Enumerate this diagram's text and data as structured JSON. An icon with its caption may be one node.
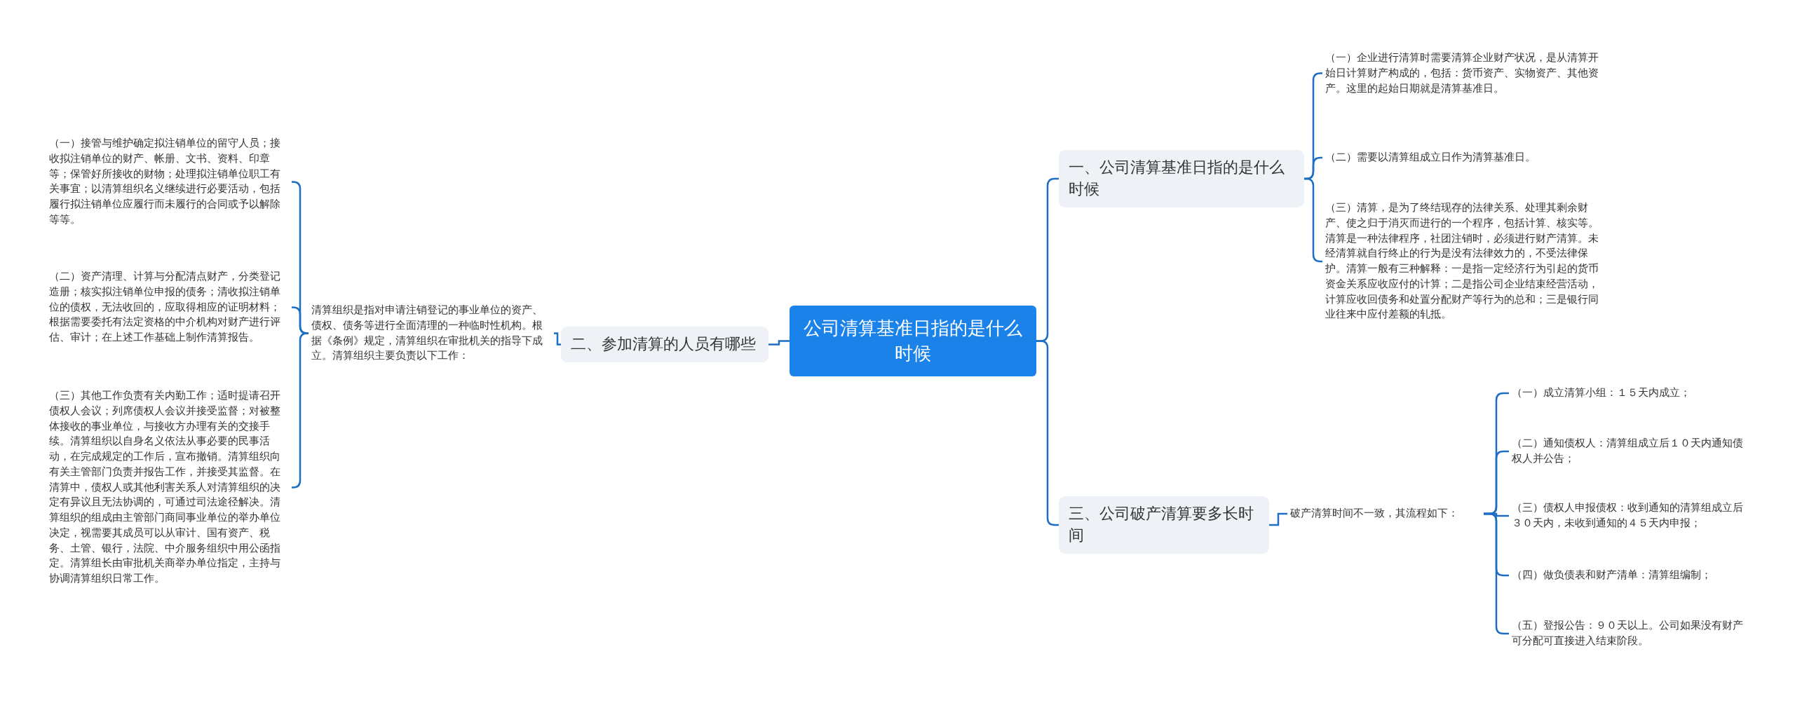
{
  "diagram": {
    "nodes": [
      {
        "text": [
          "公司清算基准日指的是什么时候"
        ]
      },
      {
        "text": [
          "一、公司清算基准日指的是什么时候"
        ]
      },
      {
        "text": [
          "（一）企业进行清算时需要清算企业财产状况，是从清算开始日计算财产构成的，包括：货币资产、实物资产、其他资产。这里的起始日期就是清算基准日。"
        ]
      },
      {
        "text": [
          "（二）需要以清算组成立日作为清算基准日。"
        ]
      },
      {
        "text": [
          "（三）清算，是为了终结现存的法律关系、处理其剩余财产、使之归于消灭而进行的一个程序，包括计算、核实等。清算是一种法律程序，社团注销时，必须进行财产清算。未经清算就自行终止的行为是没有法律效力的，不受法律保护。清算一般有三种解释：一是指一定经济行为引起的货币资金关系应收应付的计算；二是指公司企业结束经营活动，计算应收回债务和处置分配财产等行为的总和；三是银行同业往来中应付差额的轧抵。"
        ]
      },
      {
        "text": [
          "二、参加清算的人员有哪些"
        ]
      },
      {
        "text": [
          "清算组织是指对申请注销登记的事业单位的资产、债权、债务等进行全面清理的一种临时性机构。根据《条例》规定，清算组织在审批机关的指导下成立。清算组织主要负责以下工作："
        ]
      },
      {
        "text": [
          "（一）接管与维护确定拟注销单位的留守人员；接收拟注销单位的财产、帐册、文书、资料、印章等；保管好所接收的财物；处理拟注销单位职工有关事宜；以清算组织名义继续进行必要活动，包括履行拟注销单位应履行而未履行的合同或予以解除等等。"
        ]
      },
      {
        "text": [
          "（二）资产清理、计算与分配清点财产，分类登记造册；核实拟注销单位申报的债务；清收拟注销单位的债权，无法收回的，应取得相应的证明材料；根据需要委托有法定资格的中介机构对财产进行评估、审计；在上述工作基础上制作清算报告。"
        ]
      },
      {
        "text": [
          "（三）其他工作负责有关内勤工作；适时提请召开债权人会议；列席债权人会议并接受监督；对被整体接收的事业单位，与接收方办理有关的交接手续。清算组织以自身名义依法从事必要的民事活动，在完成规定的工作后，宣布撤销。清算组织向有关主管部门负责并报告工作，并接受其监督。在清算中，债权人或其他利害关系人对清算组织的决定有异议且无法协调的，可通过司法途径解决。清算组织的组成由主管部门商同事业单位的举办单位决定，视需要其成员可以从审计、国有资产、税务、土管、银行，法院、中介服务组织中用公函指定。清算组长由审批机关商举办单位指定，主持与协调清算组织日常工作。"
        ]
      },
      {
        "text": [
          "三、公司破产清算要多长时间"
        ]
      },
      {
        "text": [
          "破产清算时间不一致，其流程如下："
        ]
      },
      {
        "text": [
          "（一）成立清算小组：１５天内成立；"
        ]
      },
      {
        "text": [
          "（二）通知债权人：清算组成立后１０天内通知债权人并公告；"
        ]
      },
      {
        "text": [
          "（三）债权人申报债权：收到通知的清算组成立后３０天内，未收到通知的４５天内申报；"
        ]
      },
      {
        "text": [
          "（四）做负债表和财产清单：清算组编制；"
        ]
      },
      {
        "text": [
          "（五）登报公告：９０天以上。公司如果没有财产可分配可直接进入结束阶段。"
        ]
      }
    ],
    "edges": [
      {
        "from": 0,
        "to": 1,
        "arrow": "none"
      },
      {
        "from": 0,
        "to": 5,
        "arrow": "none"
      },
      {
        "from": 0,
        "to": 10,
        "arrow": "none"
      },
      {
        "from": 1,
        "to": 2,
        "arrow": "none"
      },
      {
        "from": 1,
        "to": 3,
        "arrow": "none"
      },
      {
        "from": 1,
        "to": 4,
        "arrow": "none"
      },
      {
        "from": 5,
        "to": 6,
        "arrow": "none"
      },
      {
        "from": 6,
        "to": 7,
        "arrow": "none"
      },
      {
        "from": 6,
        "to": 8,
        "arrow": "none"
      },
      {
        "from": 6,
        "to": 9,
        "arrow": "none"
      },
      {
        "from": 10,
        "to": 11,
        "arrow": "none"
      },
      {
        "from": 11,
        "to": 12,
        "arrow": "none"
      },
      {
        "from": 11,
        "to": 13,
        "arrow": "none"
      },
      {
        "from": 11,
        "to": 14,
        "arrow": "none"
      },
      {
        "from": 11,
        "to": 15,
        "arrow": "none"
      },
      {
        "from": 11,
        "to": 16,
        "arrow": "none"
      }
    ]
  }
}
